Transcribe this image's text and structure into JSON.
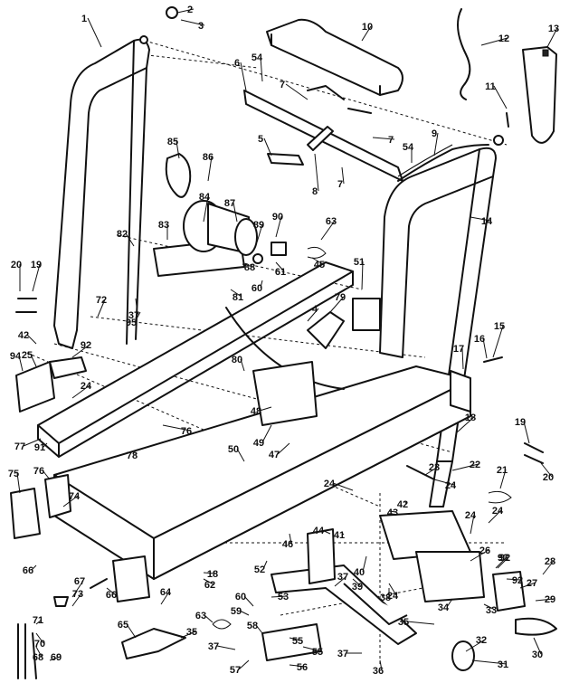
{
  "diagram": {
    "part_numbers": [
      "1",
      "2",
      "3",
      "4",
      "5",
      "6",
      "7",
      "8",
      "9",
      "10",
      "11",
      "12",
      "13",
      "14",
      "15",
      "16",
      "17",
      "18",
      "19",
      "20",
      "21",
      "22",
      "23",
      "24",
      "25",
      "26",
      "27",
      "28",
      "29",
      "30",
      "31",
      "32",
      "33",
      "34",
      "35",
      "36",
      "37",
      "38",
      "39",
      "40",
      "41",
      "42",
      "43",
      "44",
      "45",
      "46",
      "47",
      "48",
      "49",
      "50",
      "51",
      "52",
      "53",
      "54",
      "55",
      "56",
      "57",
      "58",
      "59",
      "60",
      "61",
      "62",
      "63",
      "64",
      "65",
      "66",
      "67",
      "68",
      "69",
      "70",
      "71",
      "72",
      "73",
      "74",
      "75",
      "76",
      "77",
      "78",
      "79",
      "80",
      "81",
      "82",
      "83",
      "84",
      "85",
      "86",
      "87",
      "88",
      "89",
      "90",
      "91",
      "92",
      "93",
      "94",
      "95"
    ]
  }
}
